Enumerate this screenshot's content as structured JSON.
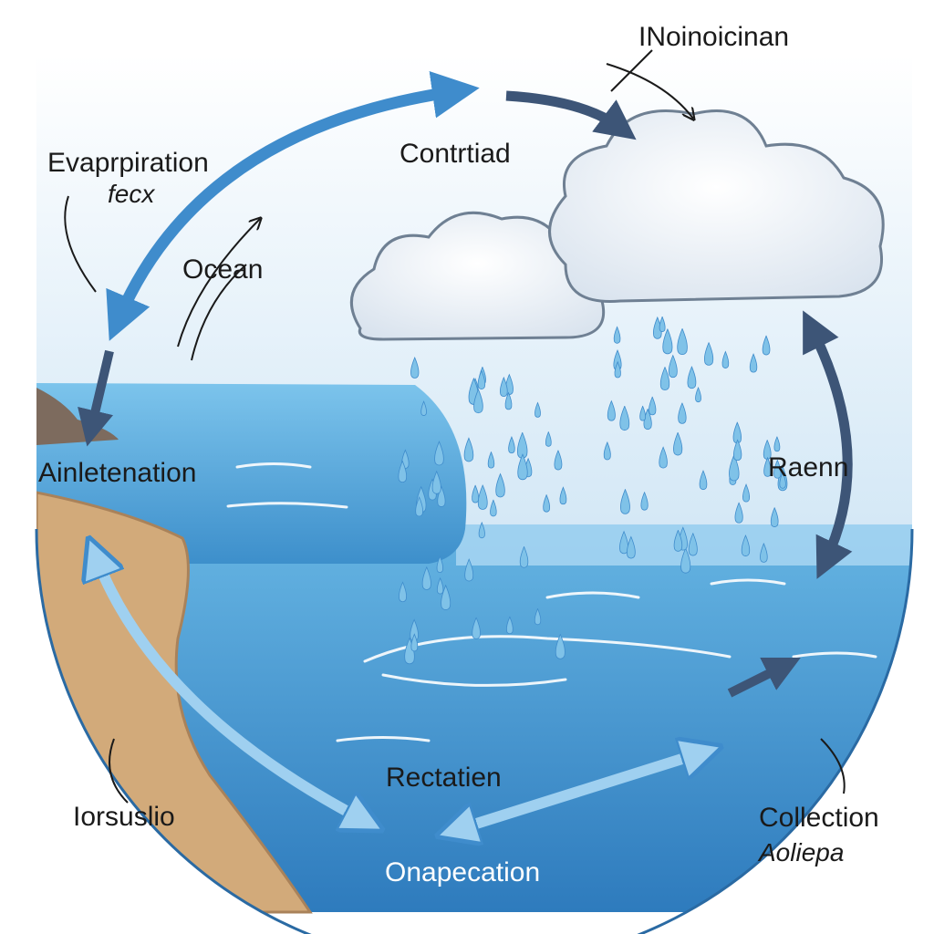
{
  "labels": {
    "top_right": "INoinoicinan",
    "condensation": "Contrtiad",
    "evaporation": "Evaprpiration",
    "evaporation_sub": "fecx",
    "ocean": "Ocean",
    "left_water": "Ainletenation",
    "right_side": "Raenn",
    "center_bottom": "Rectatien",
    "bottom_left": "Iorsuslio",
    "bottom_center": "Onapecation",
    "collection": "Collection",
    "collection_sub": "Aoliepa"
  },
  "colors": {
    "sky": "#dcedf8",
    "ocean": "#4a9fd4",
    "ocean_deep": "#2f7fbf",
    "sand": "#d2aa7a",
    "cloud": "#f2f6fa",
    "arrow_blue": "#3f8ccc",
    "arrow_dark": "#3d5577",
    "raindrop": "#7fc2e8"
  }
}
